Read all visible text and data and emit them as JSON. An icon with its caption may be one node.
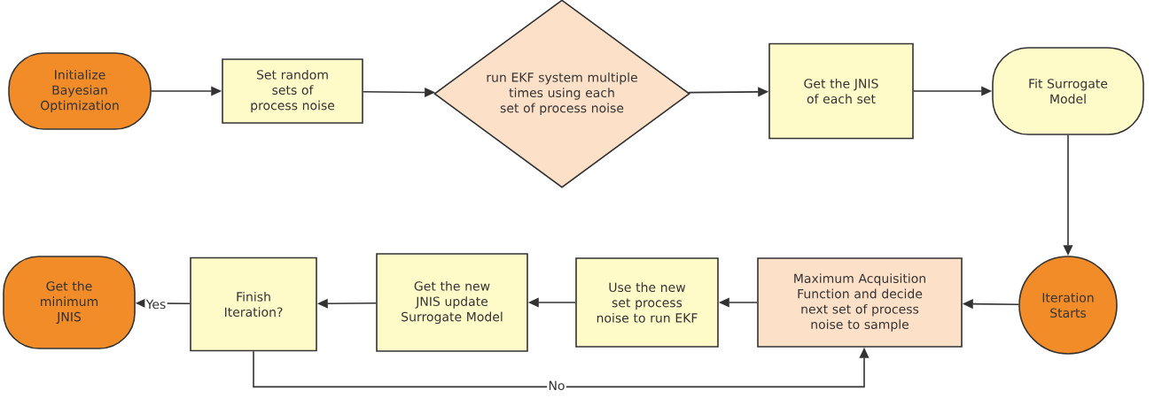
{
  "diagram": {
    "nodes": [
      {
        "text": [
          "Initialize Bayesian Optimization"
        ]
      },
      {
        "text": [
          "Set random sets of process noise"
        ]
      },
      {
        "text": [
          "run EKF system multiple times  using each set of process noise"
        ]
      },
      {
        "text": [
          "Get the JNIS of each set"
        ]
      },
      {
        "text": [
          "Fit Surrogate Model"
        ]
      },
      {
        "text": [
          "Iteration Starts"
        ]
      },
      {
        "text": [
          "Maximum Acquisition Function and decide next set of process noise to sample"
        ]
      },
      {
        "text": [
          "Use the new set process noise to run EKF"
        ]
      },
      {
        "text": [
          "Get the new JNIS update Surrogate Model"
        ]
      },
      {
        "text": [
          "Finish Iteration?"
        ]
      },
      {
        "text": [
          "Get the minimum JNIS"
        ]
      }
    ],
    "edges": [
      {
        "from": 0,
        "to": 1,
        "arrow": "to"
      },
      {
        "from": 1,
        "to": 2,
        "arrow": "to"
      },
      {
        "from": 2,
        "to": 3,
        "arrow": "to"
      },
      {
        "from": 3,
        "to": 4,
        "arrow": "to"
      },
      {
        "from": 4,
        "to": 5,
        "arrow": "to"
      },
      {
        "from": 5,
        "to": 6,
        "arrow": "to"
      },
      {
        "from": 6,
        "to": 7,
        "arrow": "to"
      },
      {
        "from": 7,
        "to": 8,
        "arrow": "to"
      },
      {
        "from": 8,
        "to": 9,
        "arrow": "to"
      },
      {
        "from": 9,
        "to": 10,
        "arrow": "to",
        "label": "Yes"
      },
      {
        "from": 9,
        "to": 6,
        "arrow": "to",
        "label": "No"
      }
    ]
  }
}
